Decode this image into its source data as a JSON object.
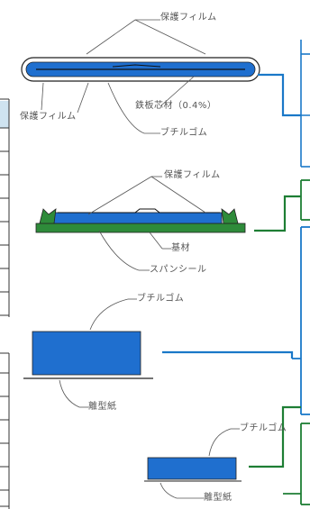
{
  "colors": {
    "blue": "#1f6fcf",
    "blue_line": "#1a78c8",
    "green": "#2e8b3a",
    "green_line": "#1e7e34",
    "leader": "#555555",
    "black": "#222222"
  },
  "section1": {
    "protect_film_top": "保護フィルム",
    "protect_film_left": "保護フィルム",
    "steel_core": "鉄板芯材（0.4%）",
    "butyl_rubber": "ブチルゴム"
  },
  "section2": {
    "protect_film": "保護フィルム",
    "base_material": "基材",
    "span_seal": "スパンシール"
  },
  "section3": {
    "butyl_rubber": "ブチルゴム",
    "release_paper": "離型紙"
  },
  "section4": {
    "butyl_rubber": "ブチルゴム",
    "release_paper": "離型紙"
  }
}
